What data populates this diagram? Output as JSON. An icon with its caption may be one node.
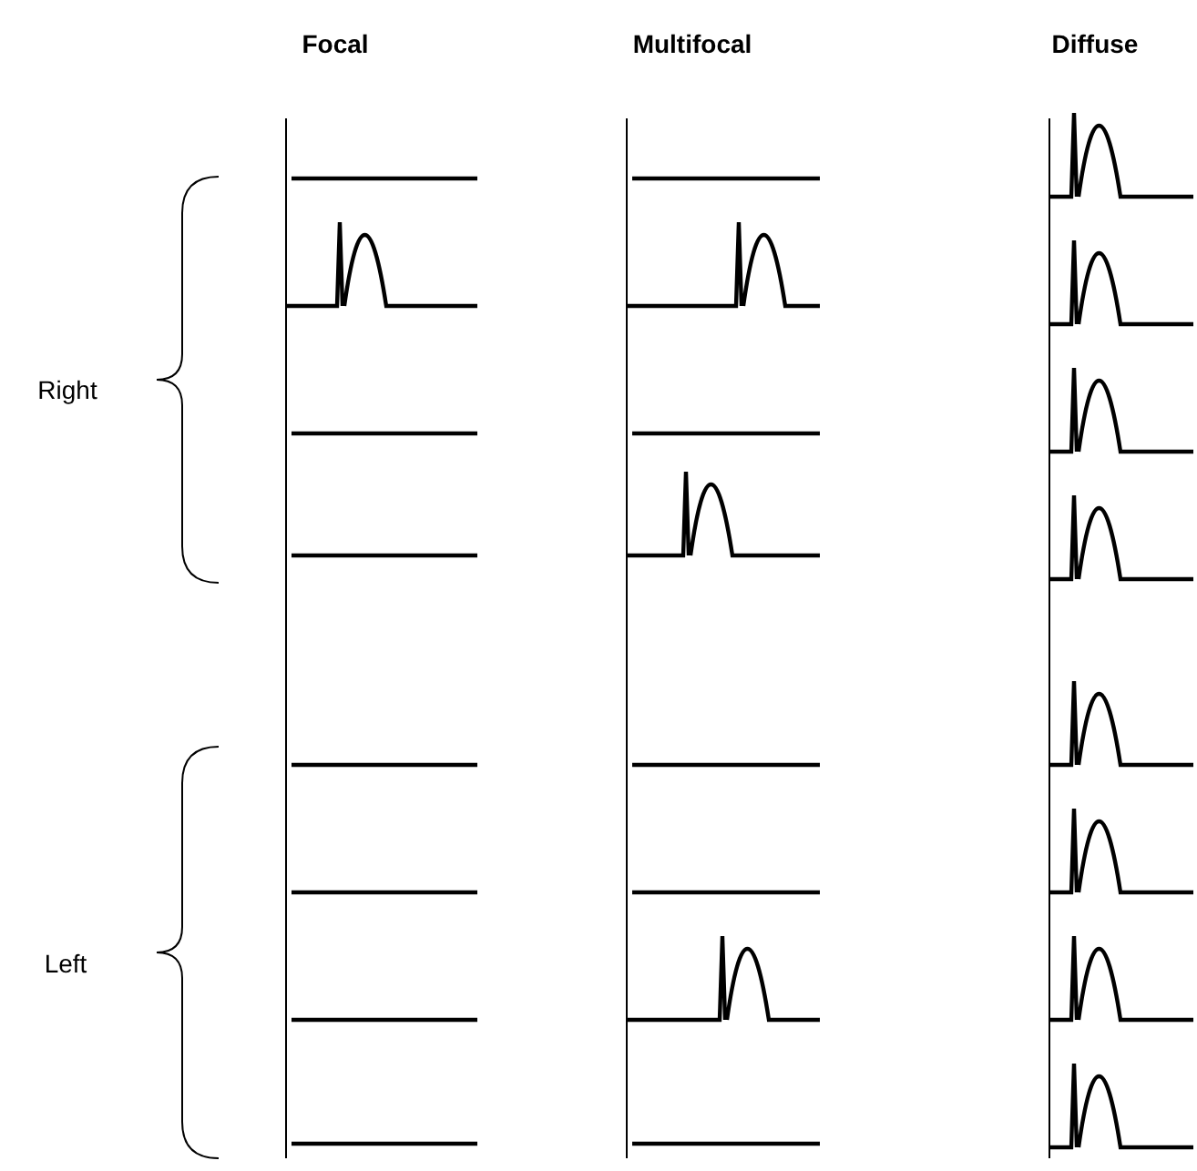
{
  "diagram": {
    "labels": [
      "Focal",
      "Multifocal",
      "Diffuse",
      "Right",
      "Left"
    ]
  }
}
